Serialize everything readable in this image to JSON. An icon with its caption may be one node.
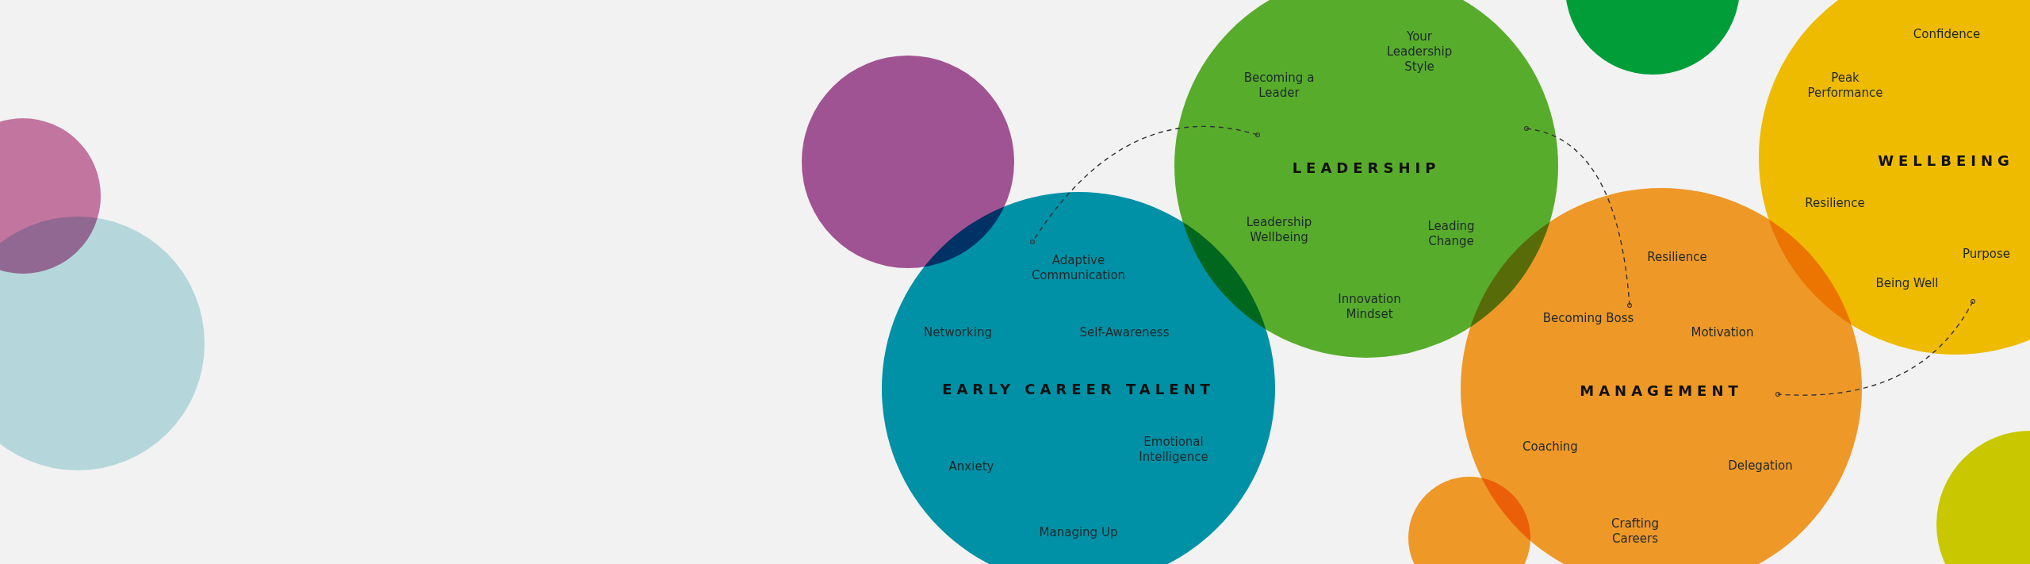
{
  "diagram": {
    "nodes": [
      {
        "text": [],
        "shape": "circle"
      },
      {
        "text": [],
        "shape": "circle"
      },
      {
        "text": [],
        "shape": "circle"
      },
      {
        "text": [
          "Adaptive Communication",
          "Networking",
          "Self-Awareness",
          "EARLY CAREER TALENT",
          "Emotional Intelligence",
          "Anxiety",
          "Managing Up"
        ]
      },
      {
        "text": [
          "Your Leadership Style",
          "Becoming a Leader",
          "LEADERSHIP",
          "Leadership Wellbeing",
          "Leading Change",
          "Innovation Mindset"
        ]
      },
      {
        "text": [],
        "shape": "circle"
      },
      {
        "text": [],
        "shape": "circle"
      },
      {
        "text": [
          "Resilience",
          "Becoming Boss",
          "Motivation",
          "MANAGEMENT",
          "Coaching",
          "Delegation",
          "Crafting Careers"
        ]
      },
      {
        "text": [
          "Confidence",
          "Peak Performance",
          "WELLBEING",
          "Resilience",
          "Purpose",
          "Being Well"
        ]
      },
      {
        "text": [],
        "shape": "circle"
      }
    ],
    "edges": [
      {
        "from": 4,
        "to": 3,
        "arrow": "other",
        "style": "dashed"
      },
      {
        "from": 4,
        "to": 7,
        "arrow": "other",
        "style": "dashed"
      },
      {
        "from": 8,
        "to": 7,
        "arrow": "other",
        "style": "dashed"
      }
    ]
  }
}
